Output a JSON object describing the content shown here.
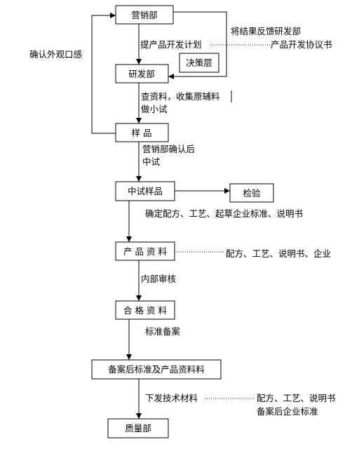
{
  "nodes": {
    "marketing": "营销部",
    "decision": "决策层",
    "rnd": "研发部",
    "sample": "样 品",
    "pilot_sample": "中试样品",
    "inspection": "检验",
    "product_docs": "产 品 资 料",
    "qualified_docs": "合 格 资 料",
    "filed_docs": "备案后标准及产品资料料",
    "quality": "质量部"
  },
  "labels": {
    "plan": "提产品开发计划",
    "feedback": "将结果反馈研发部",
    "agreement": "产品开发协议书",
    "confirm_look": "确认外观口感",
    "research_1": "查资料，收集原辅料",
    "research_2": "做小试",
    "pilot_1": "营销部确认后",
    "pilot_2": "中试",
    "formula": "确定配方、工艺、起草企业标准、说明书",
    "product_docs_note": "配方、工艺、说明书、企业",
    "review": "内部审核",
    "filing": "标准备案",
    "issue": "下发技术材料",
    "issue_note_1": "配方、工艺、说明书",
    "issue_note_2": "备案后企业标准"
  }
}
